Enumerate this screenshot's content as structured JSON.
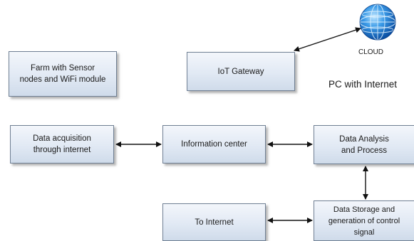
{
  "nodes": {
    "farm": "Farm with Sensor\nnodes and WiFi module",
    "gateway": "IoT Gateway",
    "acquisition": "Data acquisition\nthrough internet",
    "info_center": "Information center",
    "analysis": "Data Analysis\nand Process",
    "to_internet": "To Internet",
    "storage": "Data Storage and\ngeneration of control signal"
  },
  "labels": {
    "cloud": "CLOUD",
    "pc": "PC with Internet"
  },
  "edges": [
    {
      "from": "gateway",
      "to": "cloud",
      "direction": "both"
    },
    {
      "from": "acquisition",
      "to": "info_center",
      "direction": "both"
    },
    {
      "from": "info_center",
      "to": "analysis",
      "direction": "both"
    },
    {
      "from": "analysis",
      "to": "storage",
      "direction": "both"
    },
    {
      "from": "to_internet",
      "to": "storage",
      "direction": "both"
    }
  ],
  "colors": {
    "box_border": "#6f7f93",
    "box_fill": "#e1e9f4",
    "globe": "#1f7fd6"
  },
  "icons": {
    "cloud": "globe-icon"
  }
}
